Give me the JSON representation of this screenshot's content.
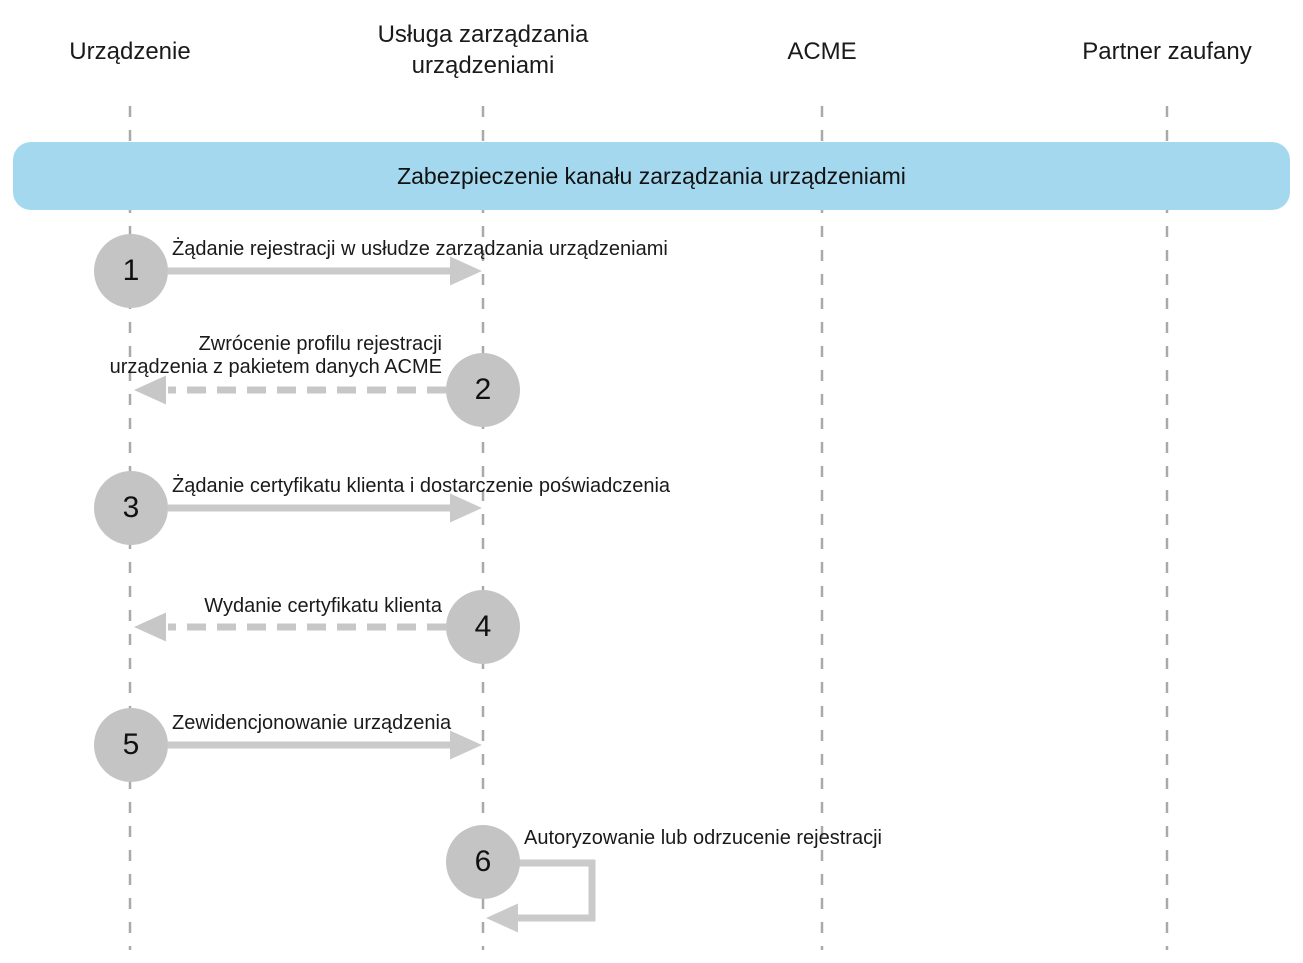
{
  "diagram": {
    "kind": "sequence-diagram",
    "actors": [
      {
        "label": "Urządzenie"
      },
      {
        "label": "Usługa zarządzania\nurządzeniami"
      },
      {
        "label": "ACME"
      },
      {
        "label": "Partner zaufany"
      }
    ],
    "banner": {
      "label": "Zabezpieczenie kanału zarządzania urządzeniami"
    },
    "steps": [
      {
        "number": "1",
        "label": "Żądanie rejestracji w usłudze zarządzania urządzeniami",
        "from": "Urządzenie",
        "to": "Usługa zarządzania urządzeniami",
        "style": "solid",
        "direction": "right"
      },
      {
        "number": "2",
        "label": "Zwrócenie profilu rejestracji\nurządzenia z pakietem danych ACME",
        "from": "Usługa zarządzania urządzeniami",
        "to": "Urządzenie",
        "style": "dashed",
        "direction": "left"
      },
      {
        "number": "3",
        "label": "Żądanie certyfikatu klienta i dostarczenie poświadczenia",
        "from": "Urządzenie",
        "to": "Usługa zarządzania urządzeniami",
        "style": "solid",
        "direction": "right"
      },
      {
        "number": "4",
        "label": "Wydanie certyfikatu klienta",
        "from": "Usługa zarządzania urządzeniami",
        "to": "Urządzenie",
        "style": "dashed",
        "direction": "left"
      },
      {
        "number": "5",
        "label": "Zewidencjonowanie urządzenia",
        "from": "Urządzenie",
        "to": "Usługa zarządzania urządzeniami",
        "style": "solid",
        "direction": "right"
      },
      {
        "number": "6",
        "label": "Autoryzowanie lub odrzucenie rejestracji",
        "from": "Usługa zarządzania urządzeniami",
        "to": "Usługa zarządzania urządzeniami",
        "style": "solid",
        "direction": "self"
      }
    ],
    "colors": {
      "banner_bg": "#a3d8ee",
      "circle_fill": "#c3c4c3",
      "arrow": "#c9cac9",
      "dashed_arrow": "#c7c7c7",
      "lifeline": "#a9a9a9",
      "text": "#1a1a1a"
    }
  }
}
